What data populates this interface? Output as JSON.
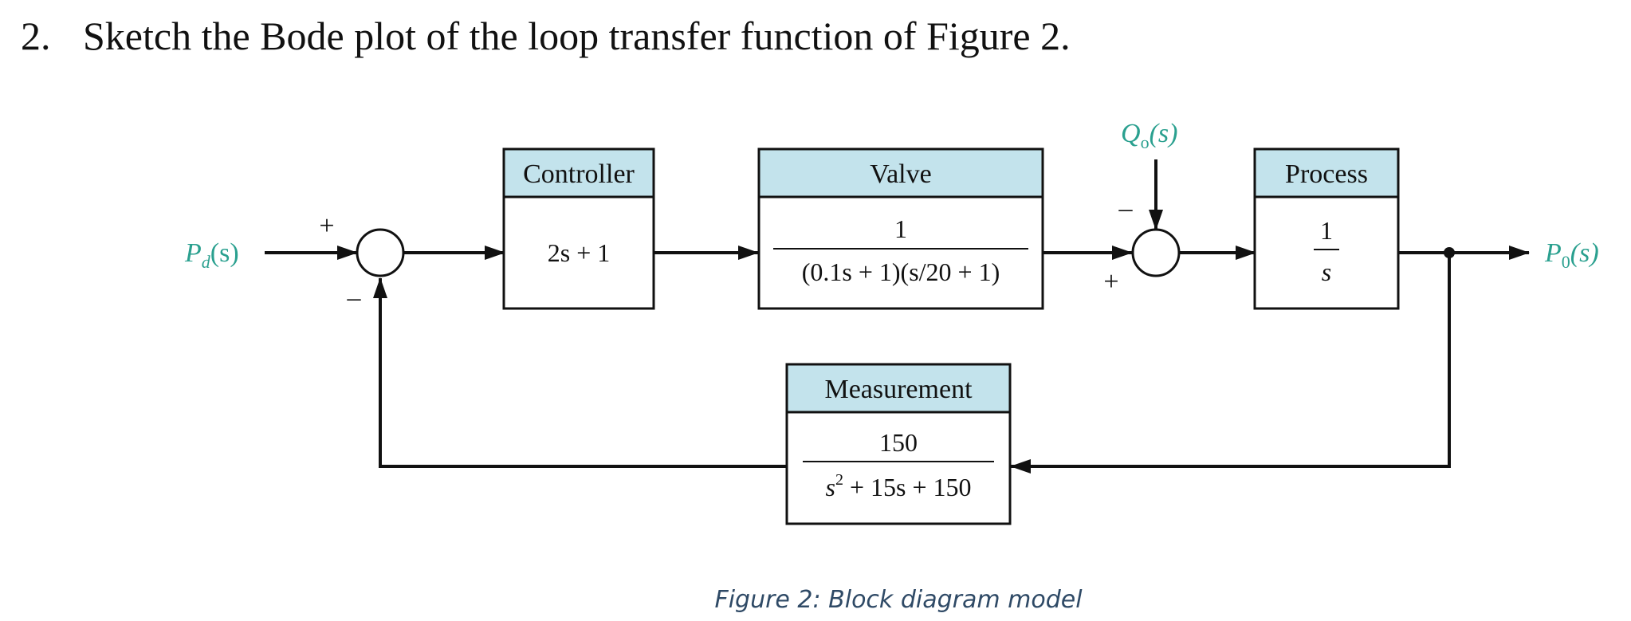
{
  "question": {
    "number": "2.",
    "text": "Sketch the Bode plot of the loop transfer function of Figure 2."
  },
  "diagram": {
    "input_label": "P",
    "input_sub": "d",
    "input_arg": "(s)",
    "output_label": "P",
    "output_sub": "0",
    "output_arg": "(s)",
    "disturbance_label": "Q",
    "disturbance_sub": "o",
    "disturbance_arg": "(s)",
    "sum1_plus": "+",
    "sum1_minus": "–",
    "sum2_plus": "+",
    "sum2_minus": "–",
    "controller": {
      "title": "Controller",
      "tf": "2s + 1"
    },
    "valve": {
      "title": "Valve",
      "num": "1",
      "den": "(0.1s + 1)(s/20 + 1)"
    },
    "process": {
      "title": "Process",
      "num": "1",
      "den": "s"
    },
    "measurement": {
      "title": "Measurement",
      "num": "150",
      "den_s": "s",
      "den_sup": "2",
      "den_rest": " + 15s + 150"
    },
    "header_color": "#c3e3ec",
    "label_color": "#2aa08f"
  },
  "caption": "Figure 2: Block diagram model"
}
